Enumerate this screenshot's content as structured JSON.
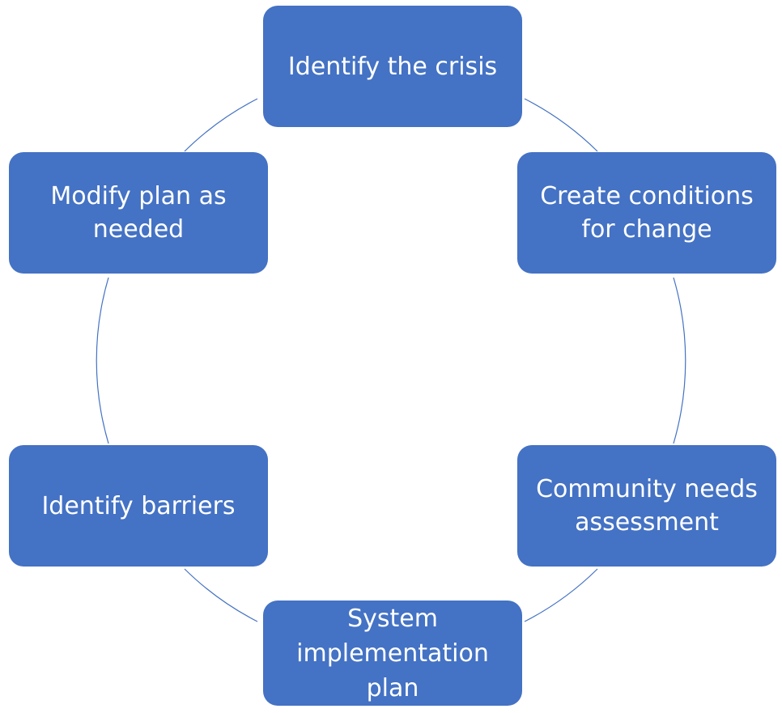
{
  "cycle": {
    "steps": [
      {
        "label": "Identify the crisis"
      },
      {
        "label": "Create conditions for change"
      },
      {
        "label": "Community needs assessment"
      },
      {
        "label": "System implementation plan"
      },
      {
        "label": "Identify barriers"
      },
      {
        "label": "Modify plan as needed"
      }
    ]
  },
  "colors": {
    "node_fill": "#4472c4",
    "node_text": "#ffffff",
    "connector": "#4472c4",
    "background": "#ffffff"
  }
}
